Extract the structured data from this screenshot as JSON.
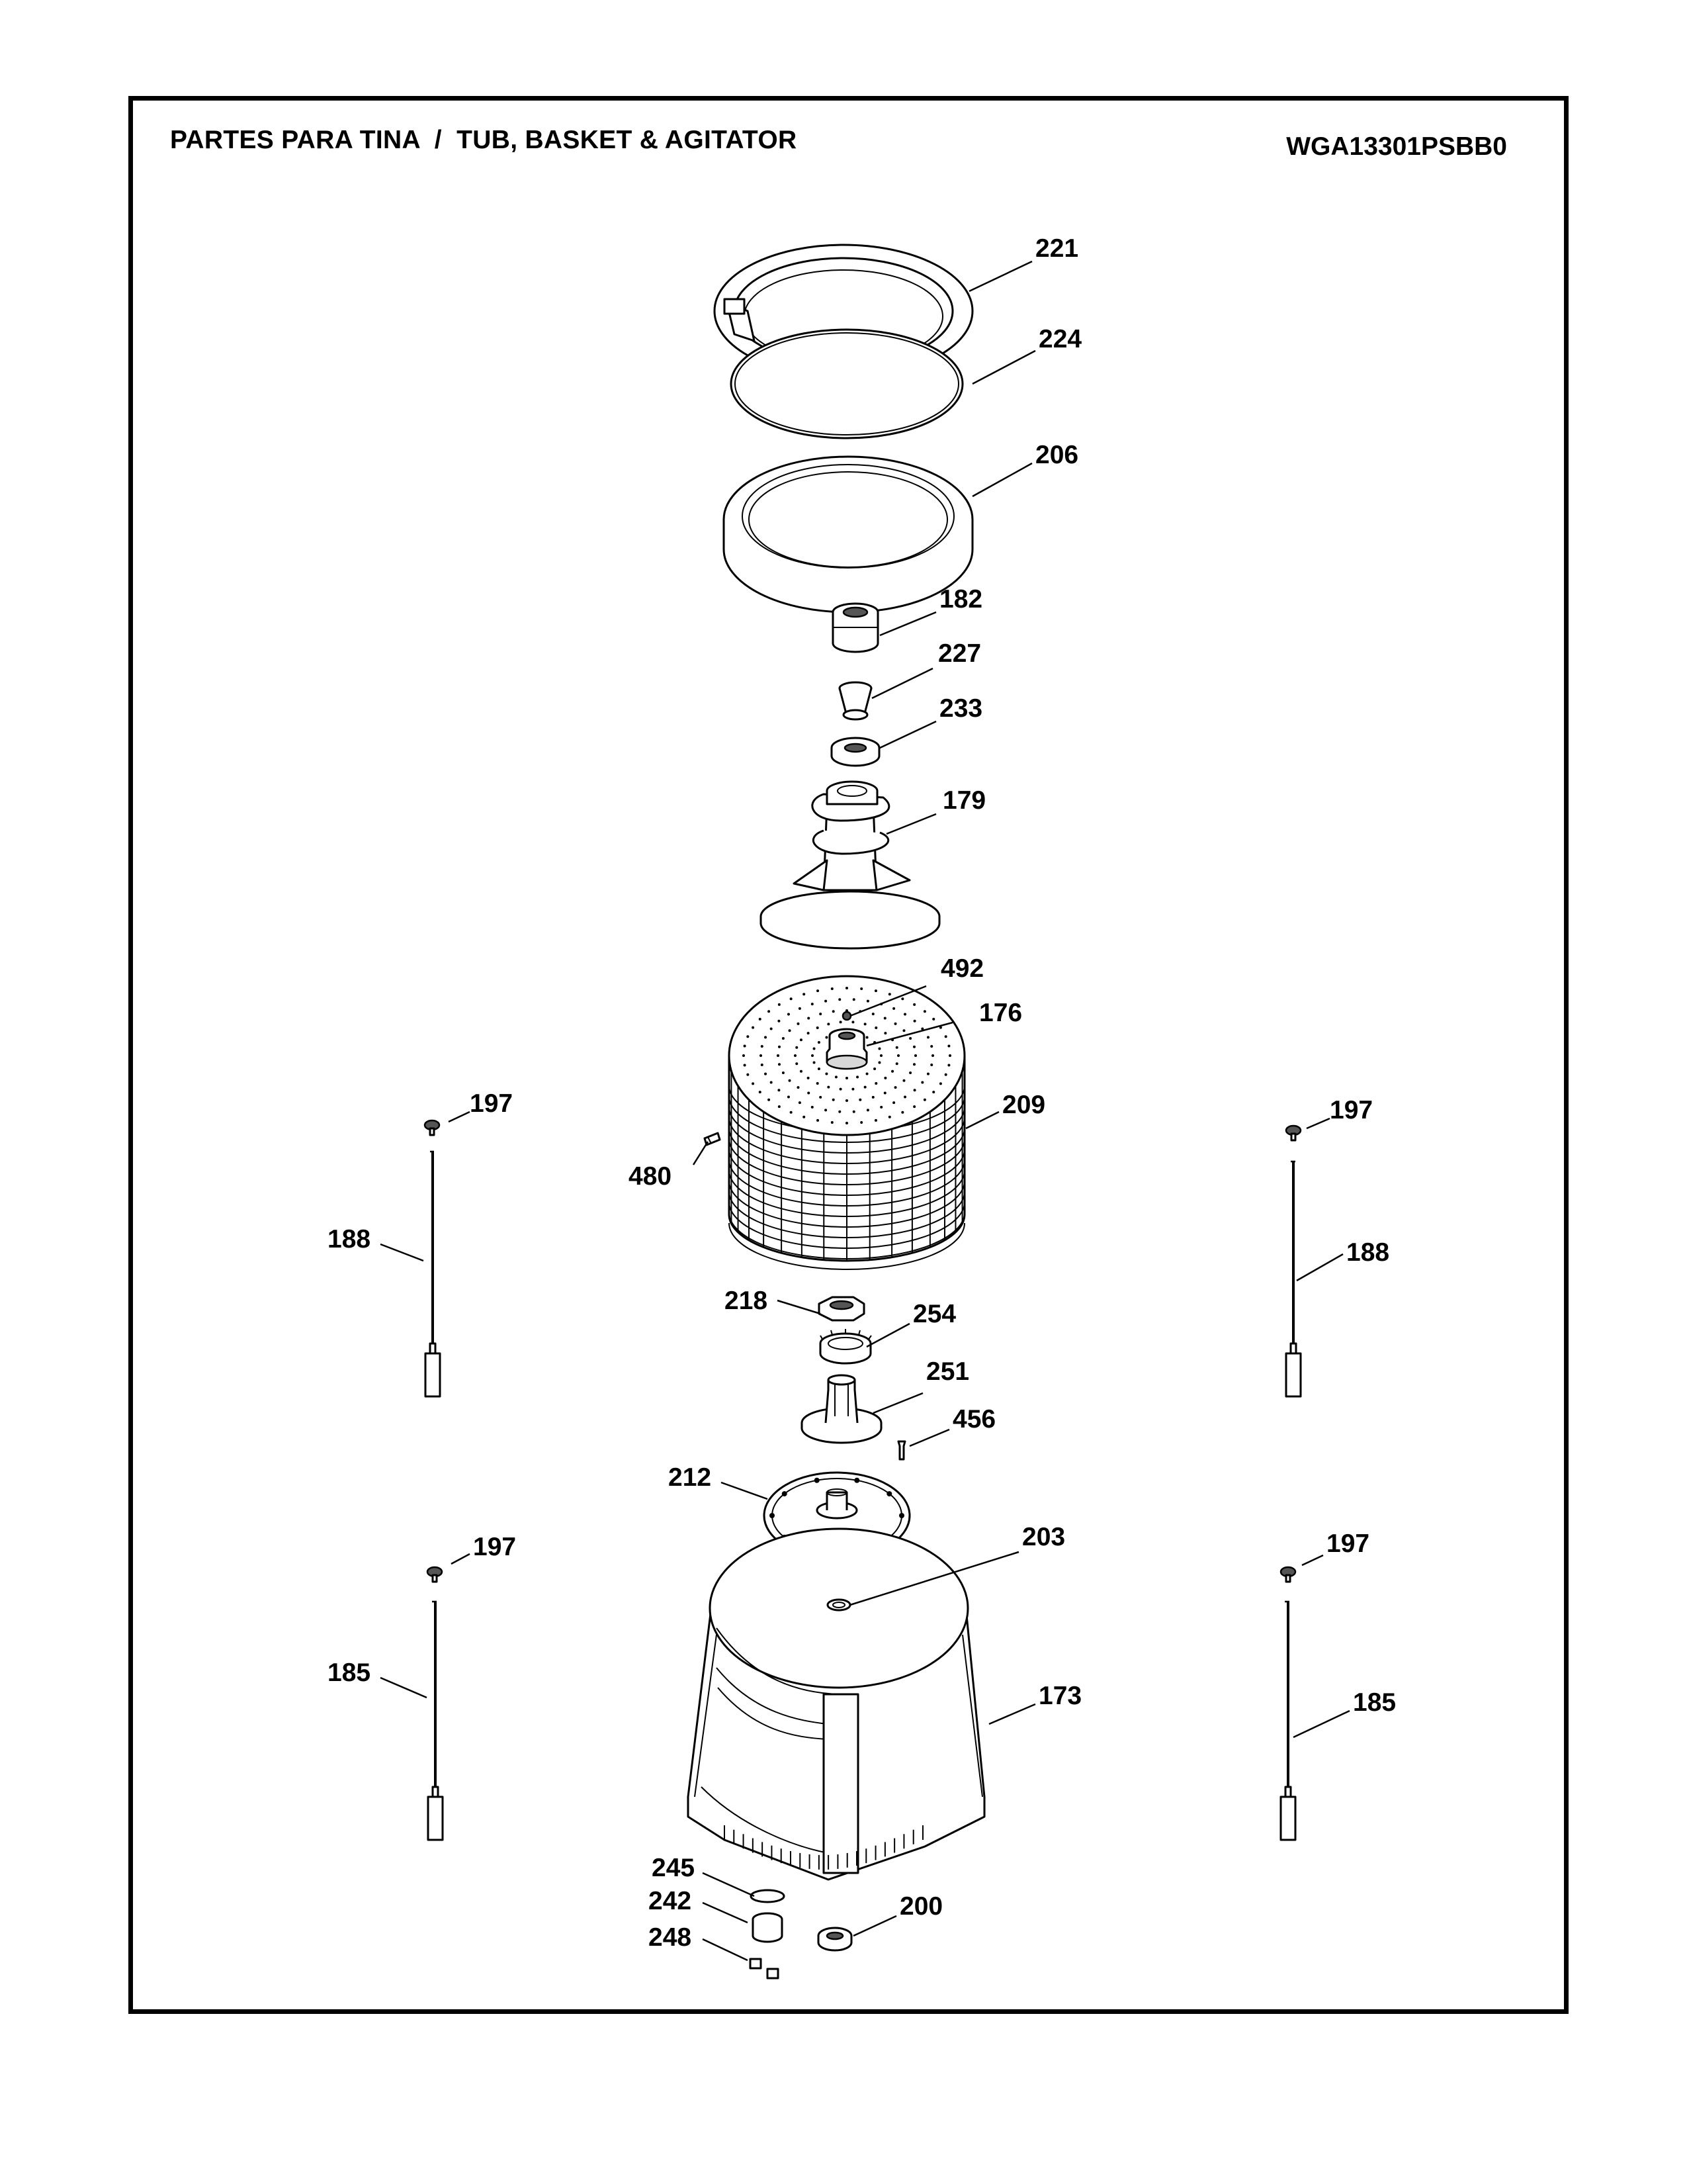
{
  "header": {
    "title": "PARTES PARA TINA  /  TUB, BASKET & AGITATOR",
    "model": "WGA13301PSBB0"
  },
  "callouts": {
    "c221": "221",
    "c224": "224",
    "c206": "206",
    "c182": "182",
    "c227": "227",
    "c233": "233",
    "c179": "179",
    "c492": "492",
    "c176": "176",
    "c209": "209",
    "c480": "480",
    "c197_ul": "197",
    "c197_ur": "197",
    "c188_l": "188",
    "c188_r": "188",
    "c218": "218",
    "c254": "254",
    "c251": "251",
    "c456": "456",
    "c212": "212",
    "c203": "203",
    "c197_ll": "197",
    "c197_lr": "197",
    "c185_l": "185",
    "c185_r": "185",
    "c173": "173",
    "c245": "245",
    "c242": "242",
    "c248": "248",
    "c200": "200"
  }
}
